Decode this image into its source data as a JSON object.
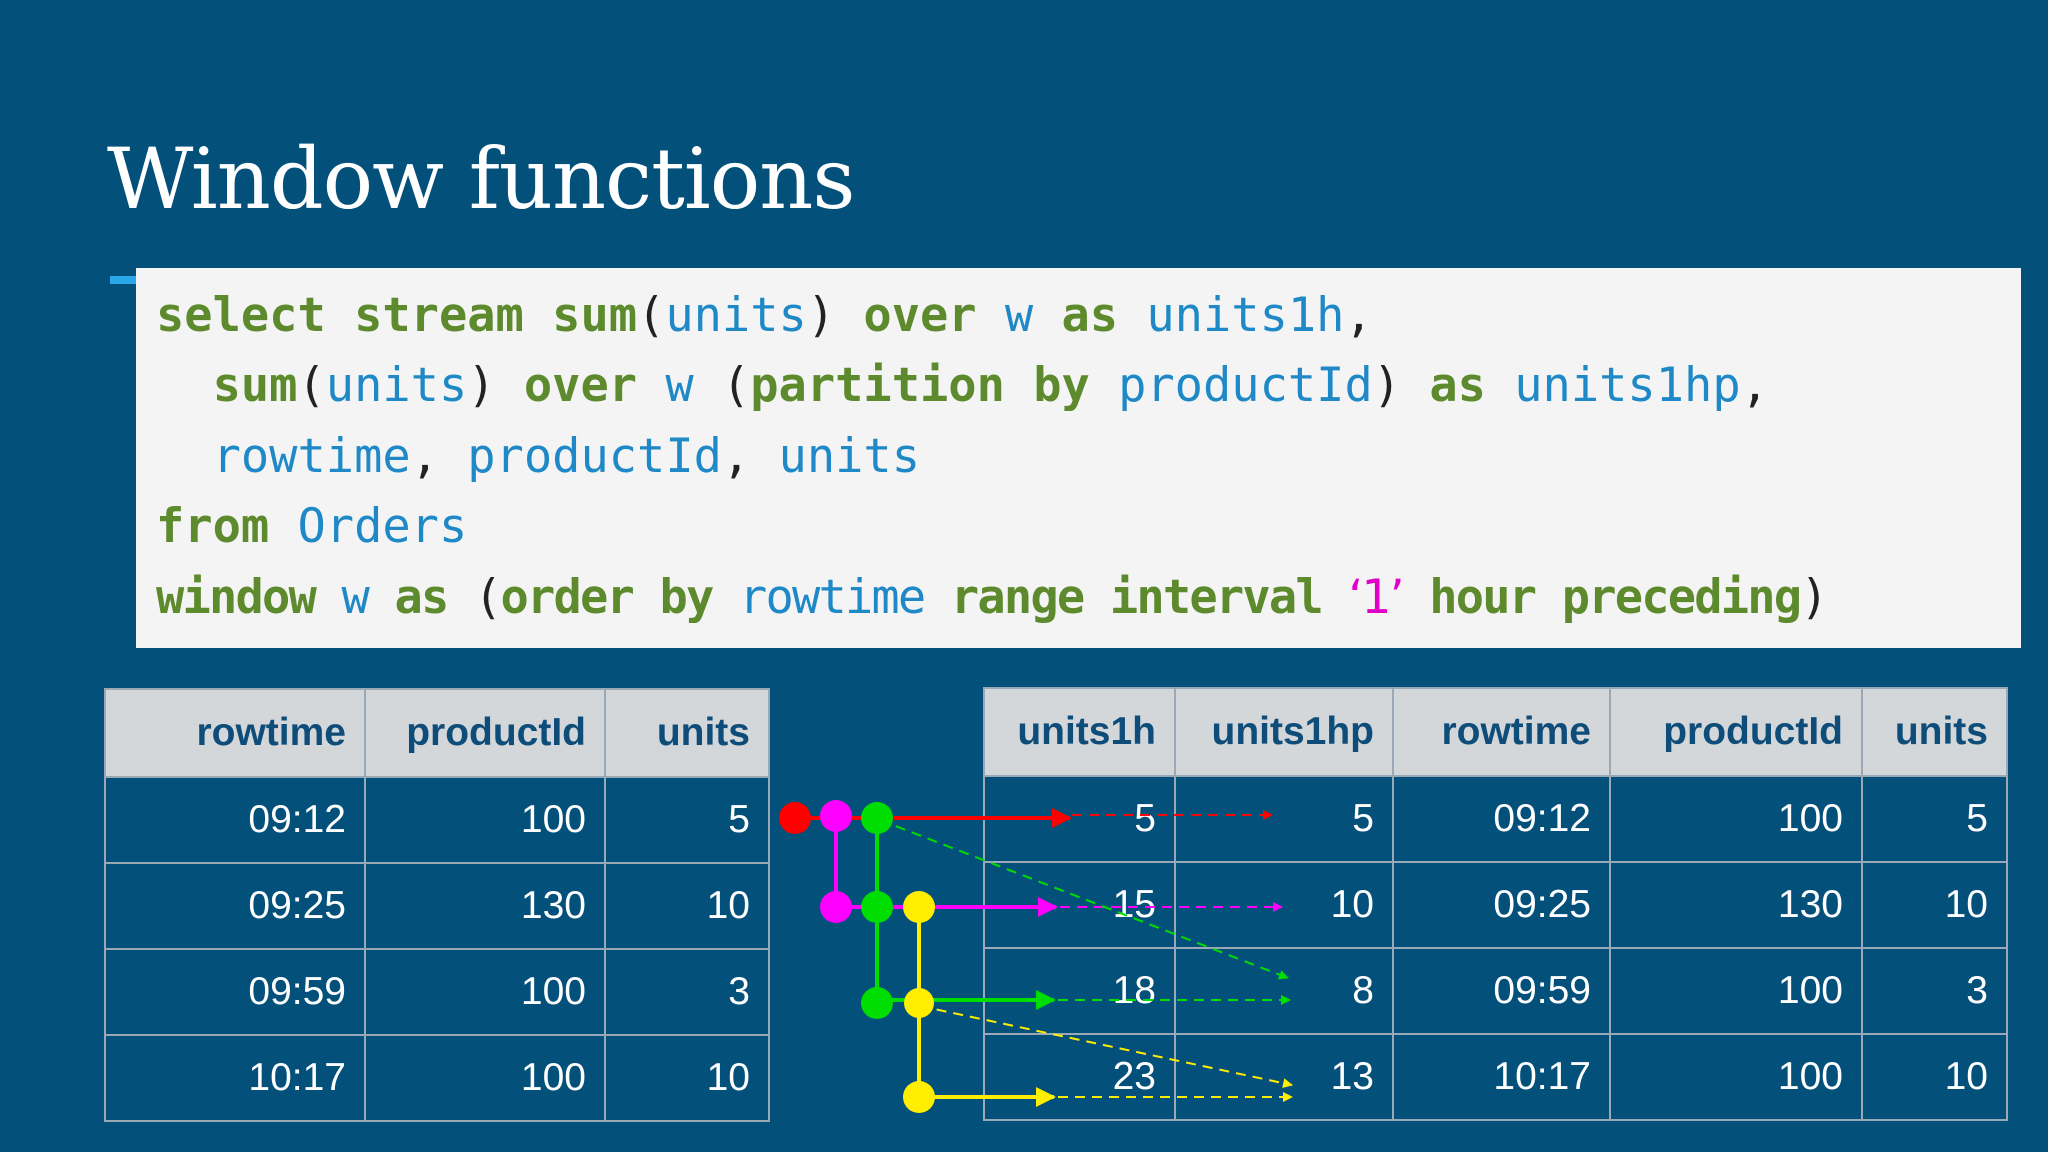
{
  "slide": {
    "title": "Window functions"
  },
  "code": {
    "line1": {
      "kw1": "select stream sum",
      "p1": "(",
      "id1": "units",
      "p2": ")",
      "kw2": " over ",
      "id2": "w",
      "kw3": " as ",
      "id3": "units1h",
      "p3": ","
    },
    "line2": {
      "kw1": "  sum",
      "p1": "(",
      "id1": "units",
      "p2": ")",
      "kw2": " over ",
      "id2": "w",
      "p3": " (",
      "kw3": "partition by ",
      "id3": "productId",
      "p4": ")",
      "kw4": " as ",
      "id4": "units1hp",
      "p5": ","
    },
    "line3": {
      "id1": "  rowtime",
      "p1": ", ",
      "id2": "productId",
      "p2": ", ",
      "id3": "units"
    },
    "line4": {
      "kw1": "from ",
      "id1": "Orders"
    },
    "line5": {
      "kw1": "window ",
      "id1": "w",
      "kw2": " as ",
      "p1": "(",
      "kw3": "order by ",
      "id2": "rowtime",
      "kw4": " range interval ",
      "str1": "‘1’",
      "kw5": " hour preceding",
      "p2": ")"
    }
  },
  "input_table": {
    "headers": [
      "rowtime",
      "productId",
      "units"
    ],
    "rows": [
      [
        "09:12",
        "100",
        "5"
      ],
      [
        "09:25",
        "130",
        "10"
      ],
      [
        "09:59",
        "100",
        "3"
      ],
      [
        "10:17",
        "100",
        "10"
      ]
    ]
  },
  "output_table": {
    "headers": [
      "units1h",
      "units1hp",
      "rowtime",
      "productId",
      "units"
    ],
    "rows": [
      [
        "5",
        "5",
        "09:12",
        "100",
        "5"
      ],
      [
        "15",
        "10",
        "09:25",
        "130",
        "10"
      ],
      [
        "18",
        "8",
        "09:59",
        "100",
        "3"
      ],
      [
        "23",
        "13",
        "10:17",
        "100",
        "10"
      ]
    ]
  },
  "colors": {
    "background": "#03507b",
    "keyword": "#5e8a2e",
    "identifier": "#1f88c6",
    "string": "#e000c8",
    "header_bg": "#d3d7da",
    "header_text": "#0e4d79",
    "flow": [
      "#ff0000",
      "#ff00ff",
      "#00dd00",
      "#ffee00"
    ]
  }
}
